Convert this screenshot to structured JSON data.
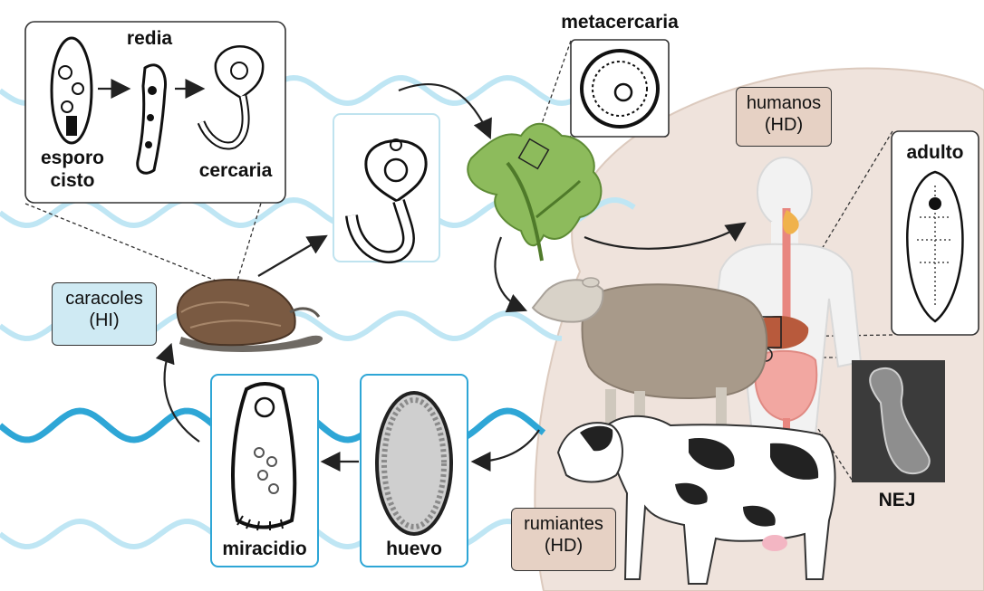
{
  "stages": {
    "esporocisto": "esporo\ncisto",
    "redia": "redia",
    "cercaria": "cercaria",
    "metacercaria": "metacercaria",
    "adulto": "adulto",
    "nej": "NEJ",
    "miracidio": "miracidio",
    "huevo": "huevo"
  },
  "hosts": {
    "humanos": "humanos\n(HD)",
    "rumiantes": "rumiantes\n(HD)",
    "caracoles": "caracoles\n(HI)"
  },
  "colors": {
    "water_light": "#bfe6f4",
    "water_dark": "#2ea6d6",
    "host_area": "#efe3dc",
    "hd_box": "#e6d1c4",
    "hi_box": "#cfeaf3",
    "arrow": "#222222"
  }
}
